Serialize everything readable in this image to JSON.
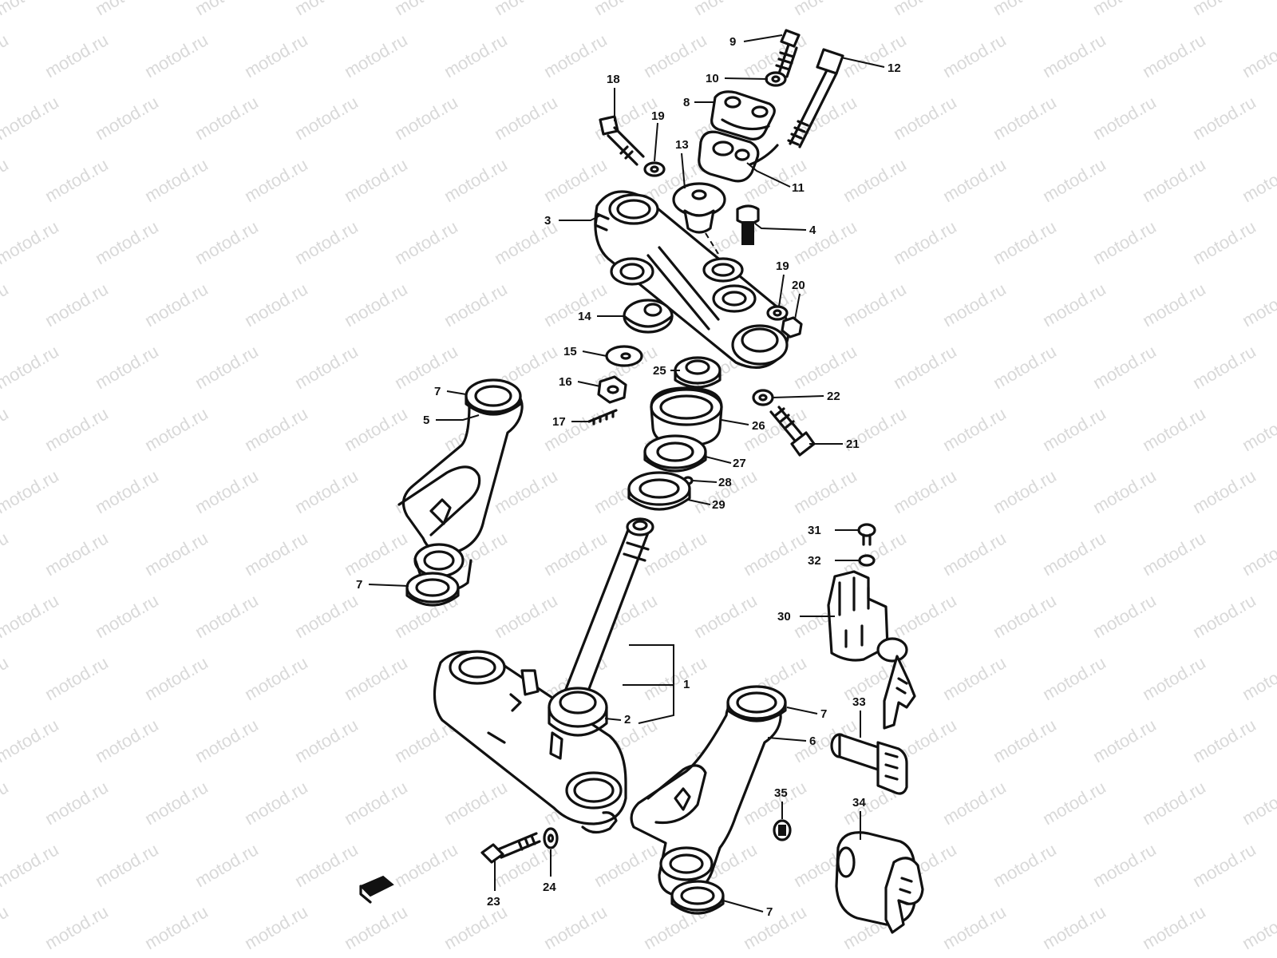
{
  "watermark": {
    "text": "motod.ru",
    "color": "#d9d9d9"
  },
  "labels": {
    "p1": "1",
    "p2": "2",
    "p3": "3",
    "p4": "4",
    "p5": "5",
    "p6": "6",
    "p7a": "7",
    "p7b": "7",
    "p7c": "7",
    "p7d": "7",
    "p8": "8",
    "p9": "9",
    "p10": "10",
    "p11": "11",
    "p12": "12",
    "p13": "13",
    "p14": "14",
    "p15": "15",
    "p16": "16",
    "p17": "17",
    "p18": "18",
    "p19a": "19",
    "p19b": "19",
    "p20": "20",
    "p21": "21",
    "p22": "22",
    "p23": "23",
    "p24": "24",
    "p25": "25",
    "p26": "26",
    "p27": "27",
    "p28": "28",
    "p29": "29",
    "p30": "30",
    "p31": "31",
    "p32": "32",
    "p33": "33",
    "p34": "34",
    "p35": "35"
  }
}
